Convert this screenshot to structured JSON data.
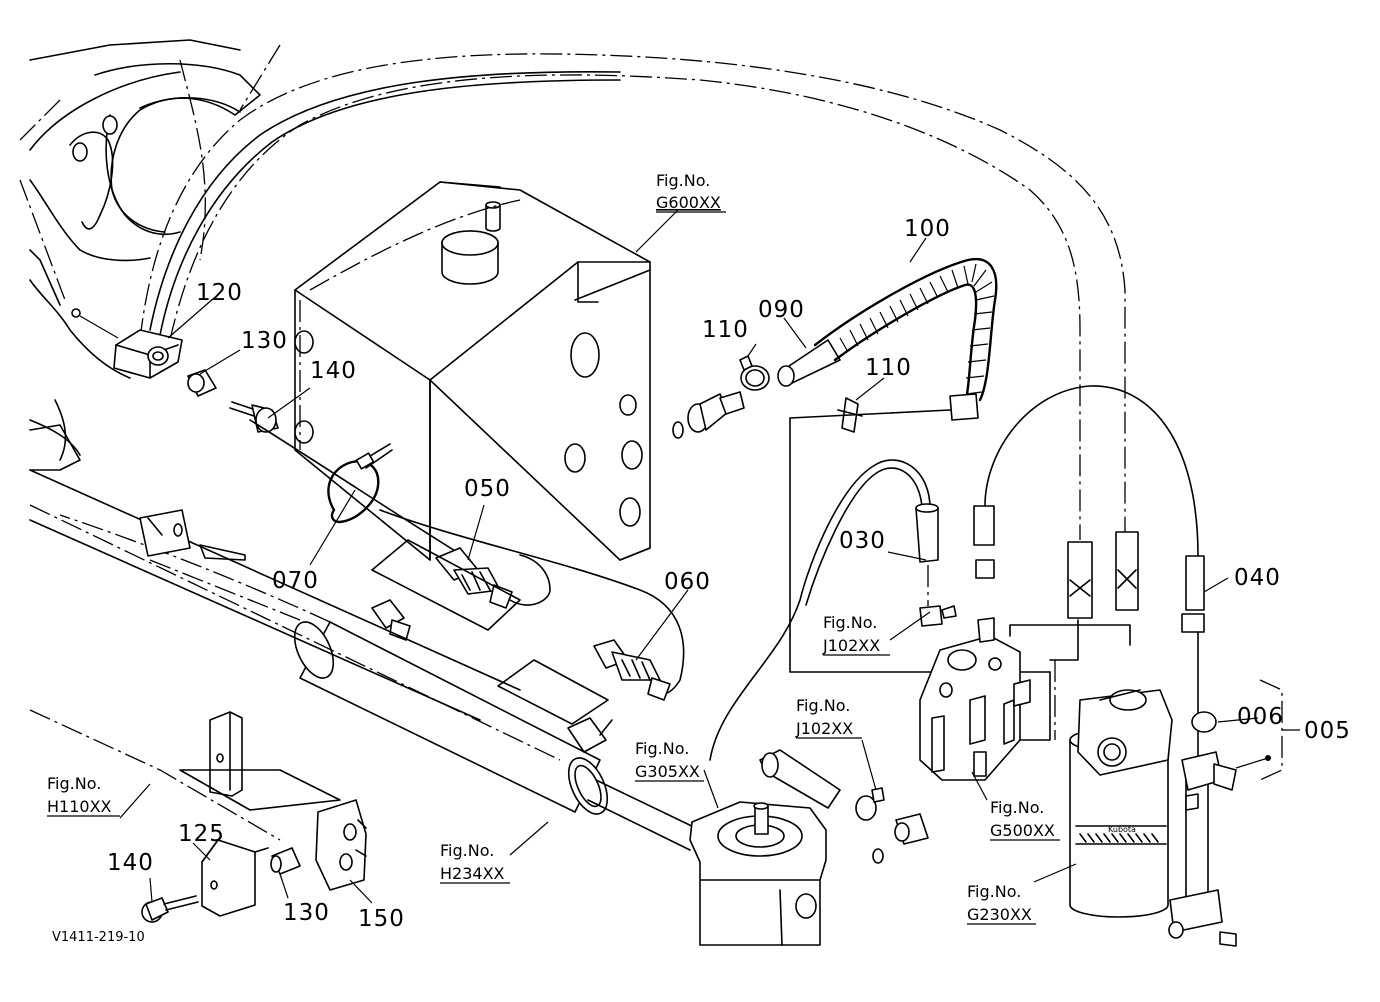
{
  "part_numbers": {
    "p005": "005",
    "p006": "006",
    "p030": "030",
    "p040": "040",
    "p050": "050",
    "p060": "060",
    "p070": "070",
    "p090": "090",
    "p100": "100",
    "p110a": "110",
    "p110b": "110",
    "p120": "120",
    "p125": "125",
    "p130a": "130",
    "p130b": "130",
    "p140a": "140",
    "p140b": "140",
    "p150": "150"
  },
  "fig_refs": {
    "label": "Fig.No.",
    "g600": "G600XX",
    "j102a": "J102XX",
    "j102b": "J102XX",
    "g305": "G305XX",
    "g500": "G500XX",
    "g230": "G230XX",
    "h110": "H110XX",
    "h234": "H234XX"
  },
  "diagram_code": "V1411-219-10",
  "filter_brand": "Kubota"
}
